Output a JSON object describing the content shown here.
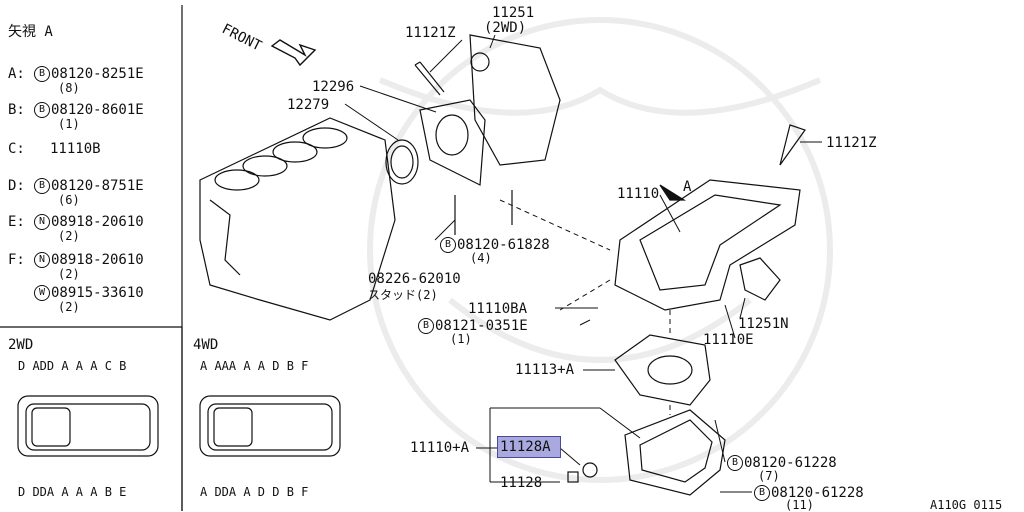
{
  "legend": {
    "title": "矢視 A",
    "rows": [
      {
        "key": "A:",
        "circle": "B",
        "part": "08120-8251E",
        "qty": "(8)"
      },
      {
        "key": "B:",
        "circle": "B",
        "part": "08120-8601E",
        "qty": "(1)"
      },
      {
        "key": "C:",
        "circle": "",
        "part": "11110B",
        "qty": ""
      },
      {
        "key": "D:",
        "circle": "B",
        "part": "08120-8751E",
        "qty": "(6)"
      },
      {
        "key": "E:",
        "circle": "N",
        "part": "08918-20610",
        "qty": "(2)"
      },
      {
        "key": "F:",
        "circle": "N",
        "part": "08918-20610",
        "qty": "(2)"
      },
      {
        "key": "",
        "circle": "W",
        "part": "08915-33610",
        "qty": "(2)"
      }
    ]
  },
  "panel_2wd": {
    "title": "2WD",
    "top_labels": "D ADD  A A A  C  B",
    "bottom_labels": "D DDA  A A A  B  E"
  },
  "panel_4wd": {
    "title": "4WD",
    "top_labels": "A AAA  A A D  B  F",
    "bottom_labels": "A DDA  A D D  B  F"
  },
  "front_label": "FRONT",
  "arrow_label": "A",
  "parts": {
    "p11121z_top": "11121Z",
    "p11251": "11251",
    "p11251_sub": "(2WD)",
    "p12296": "12296",
    "p12279": "12279",
    "p11121z_right": "11121Z",
    "p11110": "11110",
    "p08120_61828": "08120-61828",
    "p08120_61828_qty": "(4)",
    "p08226": "08226-62010",
    "p08226_sub": "スタッド(2)",
    "p11110ba": "11110BA",
    "p08121": "08121-0351E",
    "p08121_qty": "(1)",
    "p11251n": "11251N",
    "p11110e": "11110E",
    "p11113a": "11113+A",
    "p11110a": "11110+A",
    "p11128a": "11128A",
    "p11128": "11128",
    "p08120_61228a": "08120-61228",
    "p08120_61228a_qty": "(7)",
    "p08120_61228b": "08120-61228",
    "p08120_61228b_qty": "(11)",
    "code": "A110G 0115"
  }
}
